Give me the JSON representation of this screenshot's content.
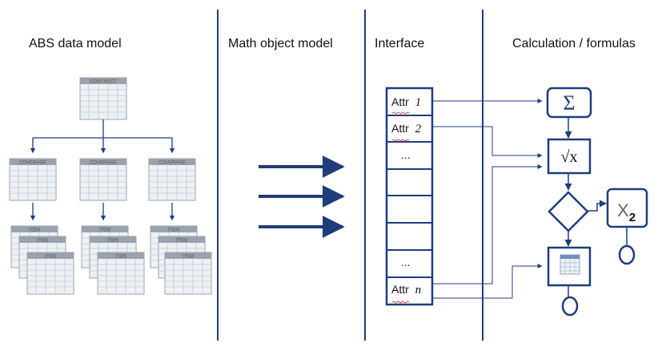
{
  "headers": {
    "abs": "ABS data model",
    "math": "Math object model",
    "interface": "Interface",
    "calc": "Calculation / formulas"
  },
  "tables": {
    "contract": "CONTRACT",
    "coverage": "COVERAGE",
    "item": "ITEM"
  },
  "interface_rows": [
    {
      "name": "Attr",
      "index": "1"
    },
    {
      "name": "Attr",
      "index": "2"
    },
    {
      "name": "...",
      "index": ""
    },
    {
      "name": "",
      "index": ""
    },
    {
      "name": "",
      "index": ""
    },
    {
      "name": "",
      "index": ""
    },
    {
      "name": "...",
      "index": ""
    },
    {
      "name": "Attr",
      "index": "n"
    }
  ],
  "formulas": {
    "sum": "Σ",
    "sqrt": "√x",
    "x2_base": "X",
    "x2_sub": "2"
  },
  "colors": {
    "accent": "#1f3d7a",
    "divider": "#1f3d7a",
    "table_header": "#9aa3ad",
    "table_grid": "#c9d1da"
  }
}
